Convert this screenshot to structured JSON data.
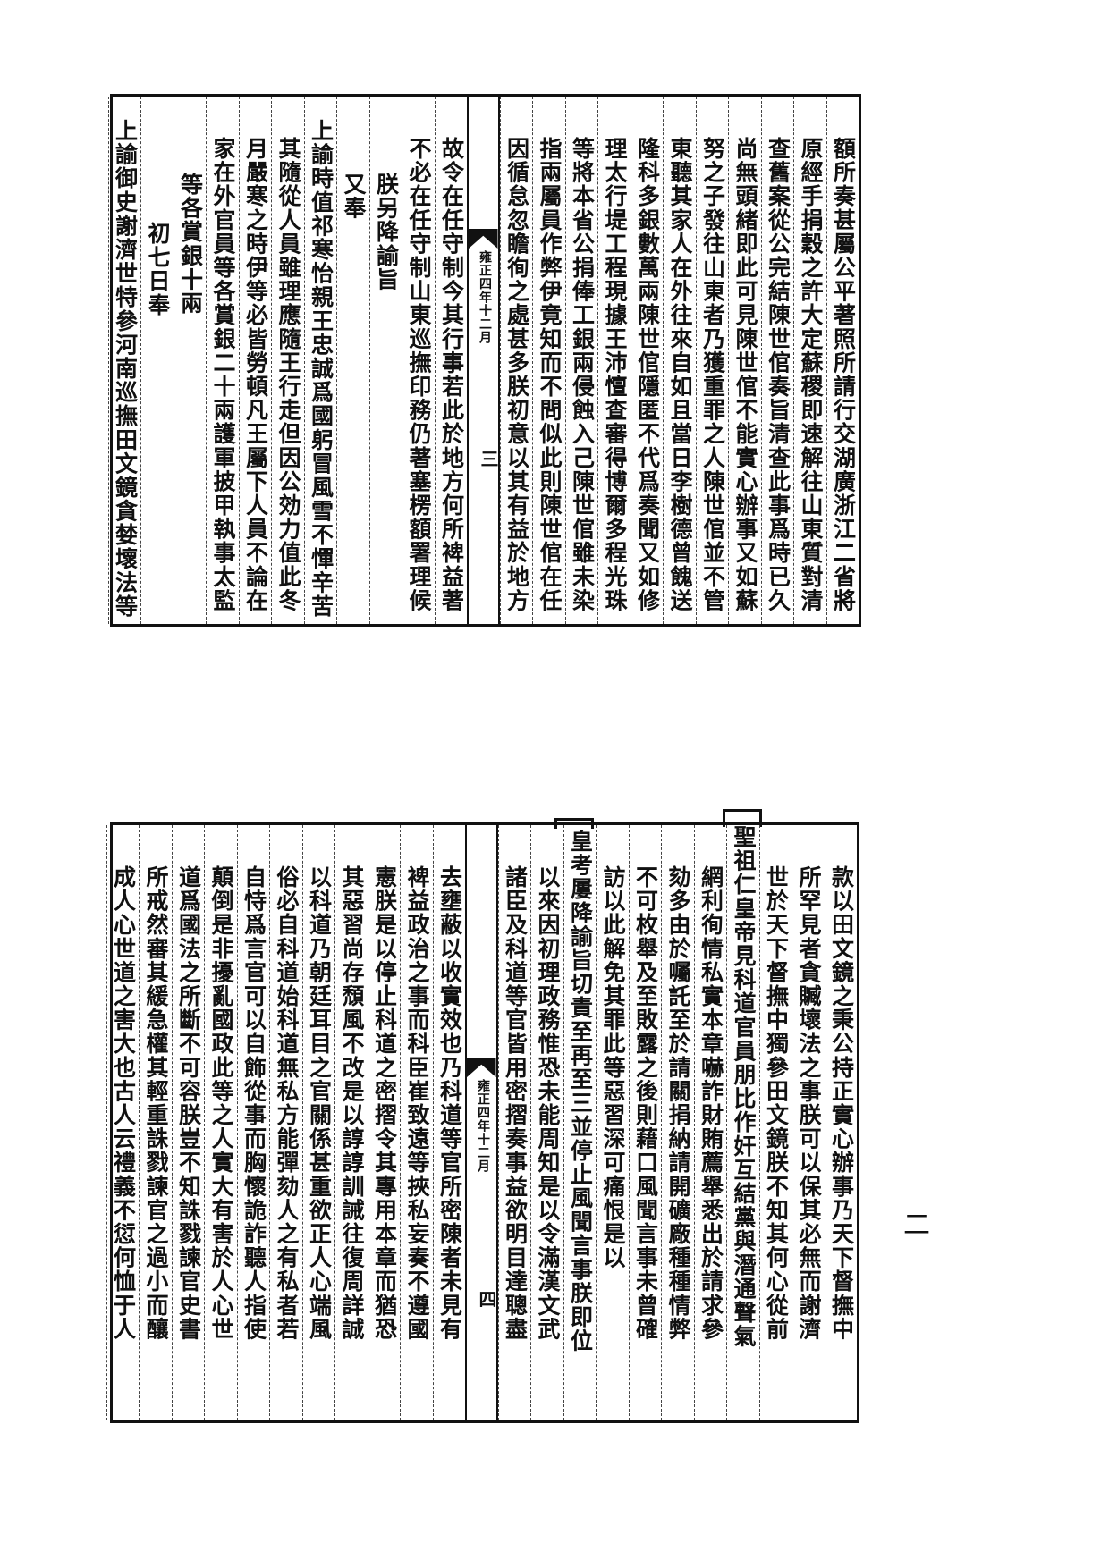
{
  "top_page": {
    "columns": [
      "額所奏甚屬公平著照所請行交湖廣浙江二省將",
      "原經手捐穀之許大定蘇稷即速解往山東質對清",
      "查舊案從公完結陳世倌奏旨清查此事爲時已久",
      "尚無頭緒即此可見陳世倌不能實心辦事又如蘇",
      "努之子發往山東者乃獲重罪之人陳世倌並不管",
      "東聽其家人在外往來自如且當日李樹德曾餽送",
      "隆科多銀數萬兩陳世倌隱匿不代爲奏聞又如修",
      "理太行堤工程現據王沛憻查審得博爾多程光珠",
      "等將本省公捐俸工銀兩侵蝕入己陳世倌雖未染",
      "指兩屬員作弊伊竟知而不問似此則陳世倌在任",
      "因循怠忽瞻徇之處甚多朕初意以其有益於地方",
      "",
      "故令在任守制今其行事若此於地方何所裨益著",
      "不必在任守制山東巡撫印務仍著塞楞額署理候",
      "朕另降諭旨",
      "又奉",
      "上諭時值祁寒怡親王忠誠爲國躬冒風雪不憚辛苦",
      "其隨從人員雖理應隨王行走但因公効力值此冬",
      "月嚴寒之時伊等必皆勞頓凡王屬下人員不論在",
      "家在外官員等各賞銀二十兩護軍披甲執事太監",
      "等各賞銀十兩",
      "初七日奉",
      "上諭御史謝濟世特參河南巡撫田文鏡貪婪壞法等"
    ],
    "fold_date": "雍正四年十二月",
    "fold_page": "三"
  },
  "bottom_page": {
    "columns": [
      "款以田文鏡之秉公持正實心辦事乃天下督撫中",
      "所罕見者貪贓壞法之事朕可以保其必無而謝濟",
      "世於天下督撫中獨參田文鏡朕不知其何心從前",
      "聖祖仁皇帝見科道官員朋比作奸互結黨與潛通聲氣",
      "網利徇情私實本章嚇詐財賄薦舉悉出於請求參",
      "劾多由於囑託至於請關捐納請開礦廠種種情弊",
      "不可枚舉及至敗露之後則藉口風聞言事未曾確",
      "訪以此解免其罪此等惡習深可痛恨是以",
      "皇考屢降諭旨切責至再至三並停止風聞言事朕即位",
      "以來因初理政務惟恐未能周知是以令滿漢文武",
      "諸臣及科道等官皆用密摺奏事益欲明目達聰盡",
      "",
      "去壅蔽以收實效也乃科道等官所密陳者未見有",
      "裨益政治之事而科臣崔致遠等挾私妄奏不遵國",
      "憲朕是以停止科道之密摺令其專用本章而猶恐",
      "其惡習尚存頹風不改是以諄諄訓誡往復周詳誠",
      "以科道乃朝廷耳目之官關係甚重欲正人心端風",
      "俗必自科道始科道無私方能彈劾人之有私者若",
      "自恃爲言官可以自飾從事而胸懷詭詐聽人指使",
      "顛倒是非擾亂國政此等之人實大有害於人心世",
      "道爲國法之所斷不可容朕豈不知誅戮諫官史書",
      "所戒然審其緩急權其輕重誅戮諫官之過小而釀",
      "成人心世道之害大也古人云禮義不愆何恤于人"
    ],
    "fold_date": "雍正四年十二月",
    "fold_page": "四"
  },
  "page_number": "二"
}
